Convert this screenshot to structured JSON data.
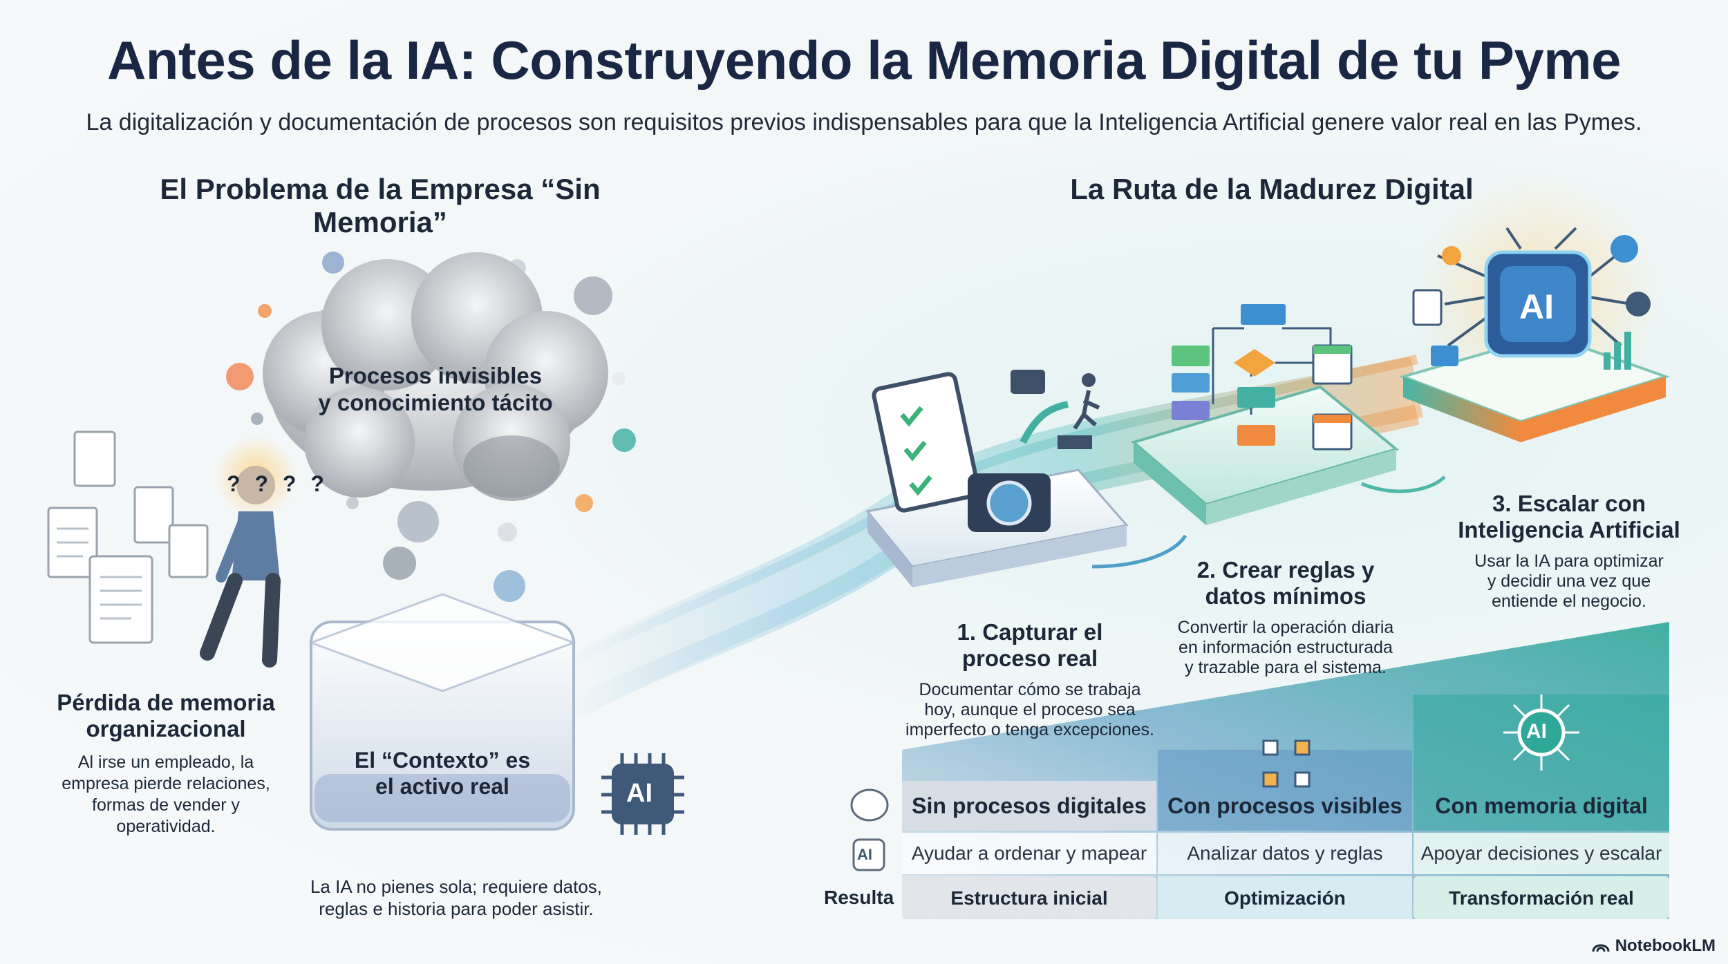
{
  "header": {
    "title": "Antes de la IA: Construyendo la Memoria Digital de tu Pyme",
    "subtitle": "La digitalización y documentación de procesos son requisitos previos indispensables para que la Inteligencia Artificial genere valor real en las Pymes."
  },
  "left": {
    "heading": "El Problema de la Empresa “Sin Memoria”",
    "cloud_line1": "Procesos invisibles",
    "cloud_line2": "y conocimiento tácito",
    "loss_title_line1": "Pérdida de memoria",
    "loss_title_line2": "organizacional",
    "loss_body_line1": "Al irse un empleado, la",
    "loss_body_line2": "empresa pierde relaciones,",
    "loss_body_line3": "formas de vender y",
    "loss_body_line4": "operatividad.",
    "box_line1": "El “Contexto” es",
    "box_line2": "el activo real",
    "ai_chip": "AI",
    "ai_note_line1": "La IA no pienes sola; requiere datos,",
    "ai_note_line2": "reglas e historia para poder asistir.",
    "question_marks": "? ? ? ?"
  },
  "right": {
    "heading": "La Ruta de la Madurez Digital",
    "step1_title_line1": "1. Capturar el",
    "step1_title_line2": "proceso real",
    "step1_body_line1": "Documentar cómo se trabaja",
    "step1_body_line2": "hoy, aunque el proceso sea",
    "step1_body_line3": "imperfecto o tenga excepciones.",
    "step2_title_line1": "2. Crear reglas y",
    "step2_title_line2": "datos mínimos",
    "step2_body_line1": "Convertir la operación diaria",
    "step2_body_line2": "en información estructurada",
    "step2_body_line3": "y trazable para el sistema.",
    "step3_title_line1": "3. Escalar con",
    "step3_title_line2": "Inteligencia Artificial",
    "step3_body_line1": "Usar la IA para optimizar",
    "step3_body_line2": "y decidir una vez que",
    "step3_body_line3": "entiende el negocio.",
    "step3_chip": "AI"
  },
  "table": {
    "columns": [
      "Sin procesos digitales",
      "Con procesos visibles",
      "Con memoria digital"
    ],
    "ai_row_label": "AI",
    "ai_row": [
      "Ayudar a ordenar y mapear",
      "Analizar datos y reglas",
      "Apoyar decisiones y escalar"
    ],
    "result_label": "Resulta",
    "result_row": [
      "Estructura inicial",
      "Optimización",
      "Transformación real"
    ],
    "col3_icon_label": "AI"
  },
  "brand": "NotebookLM",
  "colors": {
    "navy": "#1a2744",
    "teal": "#2fa89a",
    "blue": "#4f7fb8",
    "orange": "#f08a3e",
    "green": "#5dbb7a"
  }
}
